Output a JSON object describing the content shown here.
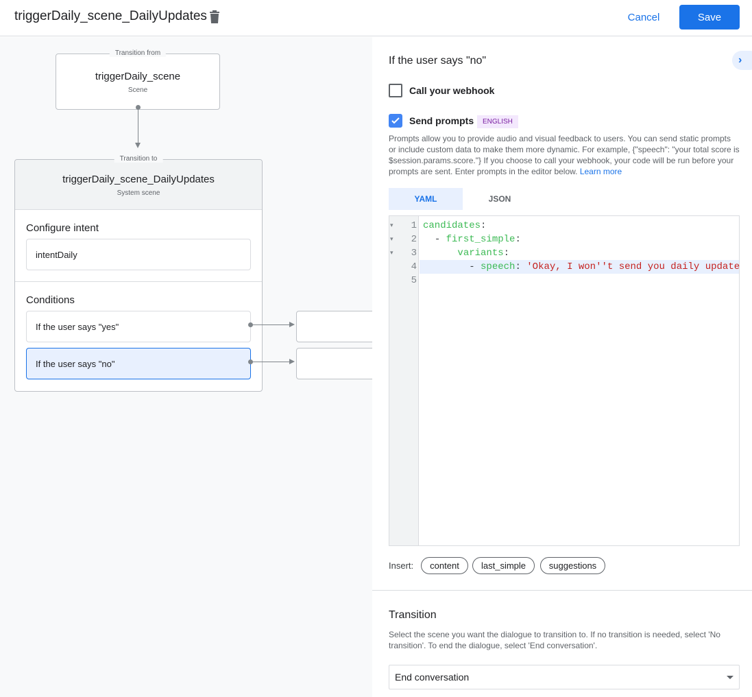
{
  "header": {
    "title": "triggerDaily_scene_DailyUpdates",
    "cancel_label": "Cancel",
    "save_label": "Save"
  },
  "canvas": {
    "from": {
      "legend": "Transition from",
      "name": "triggerDaily_scene",
      "type": "Scene"
    },
    "to": {
      "legend": "Transition to",
      "name": "triggerDaily_scene_DailyUpdates",
      "type": "System scene",
      "intent_heading": "Configure intent",
      "intent": "intentDaily",
      "conditions_heading": "Conditions",
      "conditions": [
        "If the user says \"yes\"",
        "If the user says \"no\""
      ]
    }
  },
  "panel": {
    "title": "If the user says \"no\"",
    "webhook": {
      "label": "Call your webhook",
      "checked": false
    },
    "prompts": {
      "label": "Send prompts",
      "checked": true,
      "badge": "ENGLISH",
      "description": "Prompts allow you to provide audio and visual feedback to users. You can send static prompts or include custom data to make them more dynamic. For example, {\"speech\": \"your total score is $session.params.score.\"} If you choose to call your webhook, your code will be run before your prompts are sent. Enter prompts in the editor below. ",
      "learn_more": "Learn more"
    },
    "tabs": [
      "YAML",
      "JSON"
    ],
    "active_tab": "YAML",
    "editor": {
      "lines": [
        {
          "n": "1",
          "indent": "",
          "dash": "",
          "key": "candidates",
          "colon": ":",
          "value": ""
        },
        {
          "n": "2",
          "indent": "  ",
          "dash": "- ",
          "key": "first_simple",
          "colon": ":",
          "value": ""
        },
        {
          "n": "3",
          "indent": "      ",
          "dash": "",
          "key": "variants",
          "colon": ":",
          "value": ""
        },
        {
          "n": "4",
          "indent": "        ",
          "dash": "- ",
          "key": "speech",
          "colon": ": ",
          "value": "'Okay, I won''t send you daily update"
        },
        {
          "n": "5",
          "indent": "",
          "dash": "",
          "key": "",
          "colon": "",
          "value": ""
        }
      ]
    },
    "insert": {
      "label": "Insert:",
      "chips": [
        "content",
        "last_simple",
        "suggestions"
      ]
    },
    "transition": {
      "heading": "Transition",
      "description": "Select the scene you want the dialogue to transition to. If no transition is needed, select 'No transition'. To end the dialogue, select 'End conversation'.",
      "selected": "End conversation"
    }
  },
  "colors": {
    "accent": "#1a73e8",
    "selected_bg": "#e8f0fe",
    "badge_bg": "#f3e8fd",
    "badge_text": "#7b1fa2",
    "yaml_key": "#3cba54",
    "yaml_string": "#c5221f"
  }
}
